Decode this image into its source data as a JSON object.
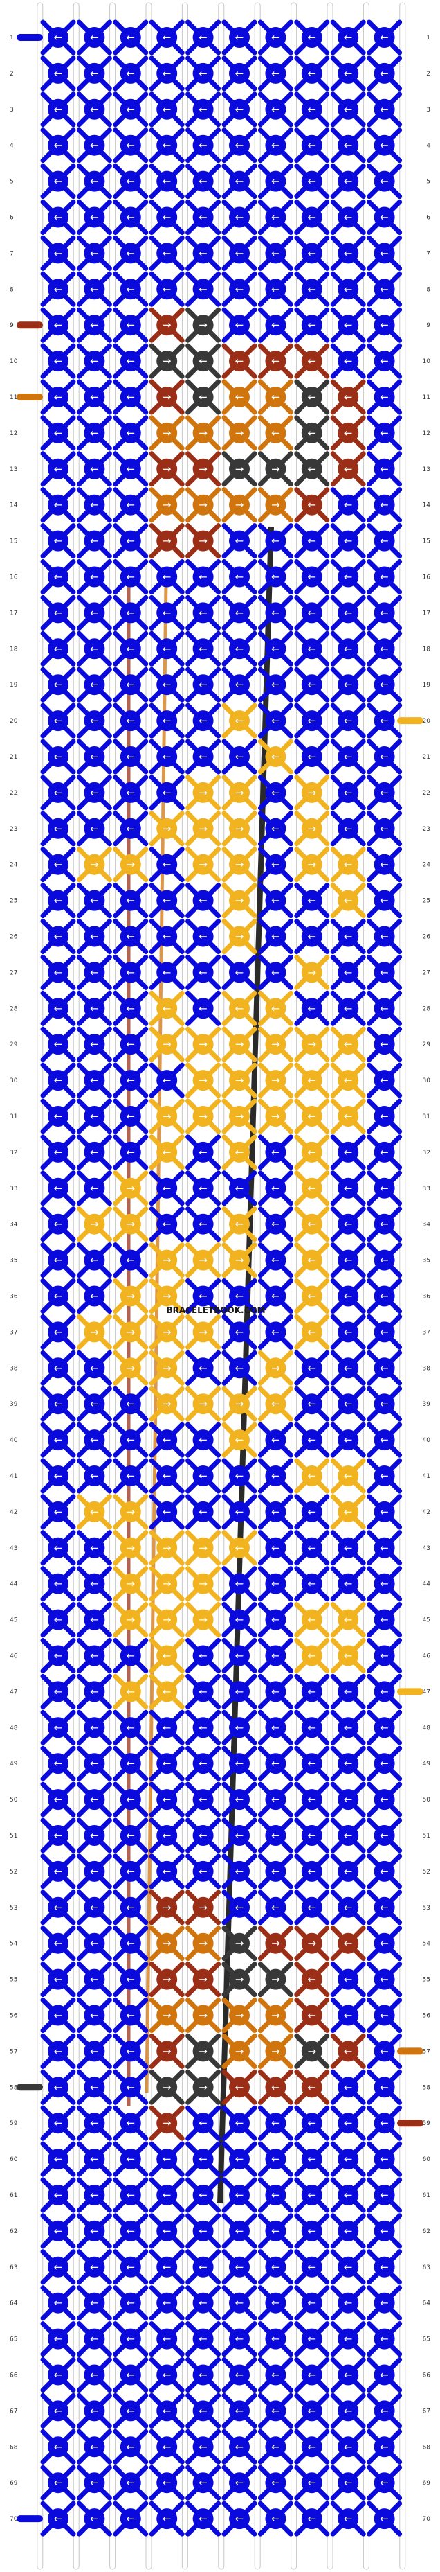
{
  "watermark": "BRACELETBOOK.COM",
  "rows": 70,
  "knots_per_row": 10,
  "colors": {
    "A": "#0a0adc",
    "B": "#f2b320",
    "C": "#9a2e16",
    "D": "#d0740e",
    "E": "#383838"
  },
  "arrow_glyphs": {
    "L": "←",
    "R": "→"
  },
  "rows_data": [
    "AL AL AL AL AL AL AL AL AL AL",
    "AL AL AL AL AL AL AL AL AL AL",
    "AL AL AL AL AL AL AL AL AL AL",
    "AL AL AL AL AL AL AL AL AL AL",
    "AL AL AL AL AL AL AL AL AL AL",
    "AL AL AL AL AL AL AL AL AL AL",
    "AL AL AL AL AL AL AL AL AL AL",
    "AL AL AL AL AL AL AL AL AL AL",
    "AL AL AL CR ER AL AL AL AL AL",
    "AL AL AL ER EL CL CL CL AL AL",
    "AL AL AL CR EL DL DL EL CL AL",
    "AL AL AL DR DR DR DL EL CL AL",
    "AL AL AL CR CR ER ER EL CL AL",
    "AL AL AL DR DR DR DR CL AL AL",
    "AL AL AL CR CR AL AL AL AL AL",
    "AL AL AL AL AL AL AL AL AL AL",
    "AL AL AL AL AL AL AL AL AL AL",
    "AL AL AL AL AL AL AL AL AL AL",
    "AL AL AL AL AL AL AL AL AL AL",
    "AL AL AL AL AL BL AL AL AL AL",
    "AL AL AL AL AL AL BL AL AL AL",
    "AL AL AL AL BR BR AL BR AL AL",
    "AL AL AL BR BR BR AL BR AL AL",
    "AL BR BR AL BR BR AL BR BL AL",
    "AL AL AL AL AL BR AL AL BL AL",
    "AL AL AL AL AL BR AL AL AL AL",
    "AL AL AL AL AL AL AL BR AL AL",
    "AL AL AL BL AL BL BL AL AL AL",
    "AL AL AL BR BR BR BR BR BL AL",
    "AL AL AL AL BR BR BR BL BL AL",
    "AL AL AL BR BR BR BR BL BL AL",
    "AL AL AL BL AL BL AL BL AL AL",
    "AL AL BR AL AL AL AL BL AL AL",
    "AL BR BR AL AL BL AL BL AL AL",
    "AL AL AL BR BR BR AL BL AL AL",
    "AL AL BR BR AL AL AL BL AL AL",
    "AL BR BR BR BR AL AL BL AL AL",
    "AL AL BR BR AL AL BR AL AL AL",
    "AL AL AL BR BR BR BL AL AL AL",
    "AL AL AL AL AL BL AL AL AL AL",
    "AL AL AL AL AL AL AL BL BL AL",
    "AL BL BR AL AL AL AL AL BL AL",
    "AL AL BR BR BR BL AL AL AL AL",
    "AL AL BR BR BR AL AL AL AL AL",
    "AL AL BR BR BR AL AL BL BL AL",
    "AL AL AL BL AL AL AL BL BL AL",
    "AL AL BL BL AL AL AL AL AL AL",
    "AL AL AL AL AL AL AL AL AL AL",
    "AL AL AL AL AL AL AL AL AL AL",
    "AL AL AL AL AL AL AL AL AL AL",
    "AL AL AL AL AL AL AL AL AL AL",
    "AL AL AL AL AL AL AL AL AL AL",
    "AL AL AL CR CR AL AL AL AL AL",
    "AL AL AL DR DR ER CR CR CL AL",
    "AL AL AL CR CR ER ER CL AL AL",
    "AL AL AL DR DR DR DR CL AL AL",
    "AL AL AL CR ER DR DR ER CL AL",
    "AL AL AL ER ER CL CL CL AL AL",
    "AL AL AL CR AL AL AL AL AL AL",
    "AL AL AL AL AL AL AL AL AL AL",
    "AL AL AL AL AL AL AL AL AL AL",
    "AL AL AL AL AL AL AL AL AL AL",
    "AL AL AL AL AL AL AL AL AL AL",
    "AL AL AL AL AL AL AL AL AL AL",
    "AL AL AL AL AL AL AL AL AL AL",
    "AL AL AL AL AL AL AL AL AL AL",
    "AL AL AL AL AL AL AL AL AL AL",
    "AL AL AL AL AL AL AL AL AL AL",
    "AL AL AL AL AL AL AL AL AL AL",
    "AL AL AL AL AL AL AL AL AL AL"
  ],
  "side_markers": [
    {
      "row": 1,
      "side": "left",
      "color": "#0a0adc"
    },
    {
      "row": 9,
      "side": "left",
      "color": "#9a2e16"
    },
    {
      "row": 11,
      "side": "left",
      "color": "#d0740e"
    },
    {
      "row": 20,
      "side": "right",
      "color": "#f2b320"
    },
    {
      "row": 47,
      "side": "right",
      "color": "#f2b320"
    },
    {
      "row": 57,
      "side": "right",
      "color": "#d0740e"
    },
    {
      "row": 58,
      "side": "left",
      "color": "#383838"
    },
    {
      "row": 59,
      "side": "right",
      "color": "#9a2e16"
    },
    {
      "row": 70,
      "side": "left",
      "color": "#0a0adc"
    }
  ]
}
